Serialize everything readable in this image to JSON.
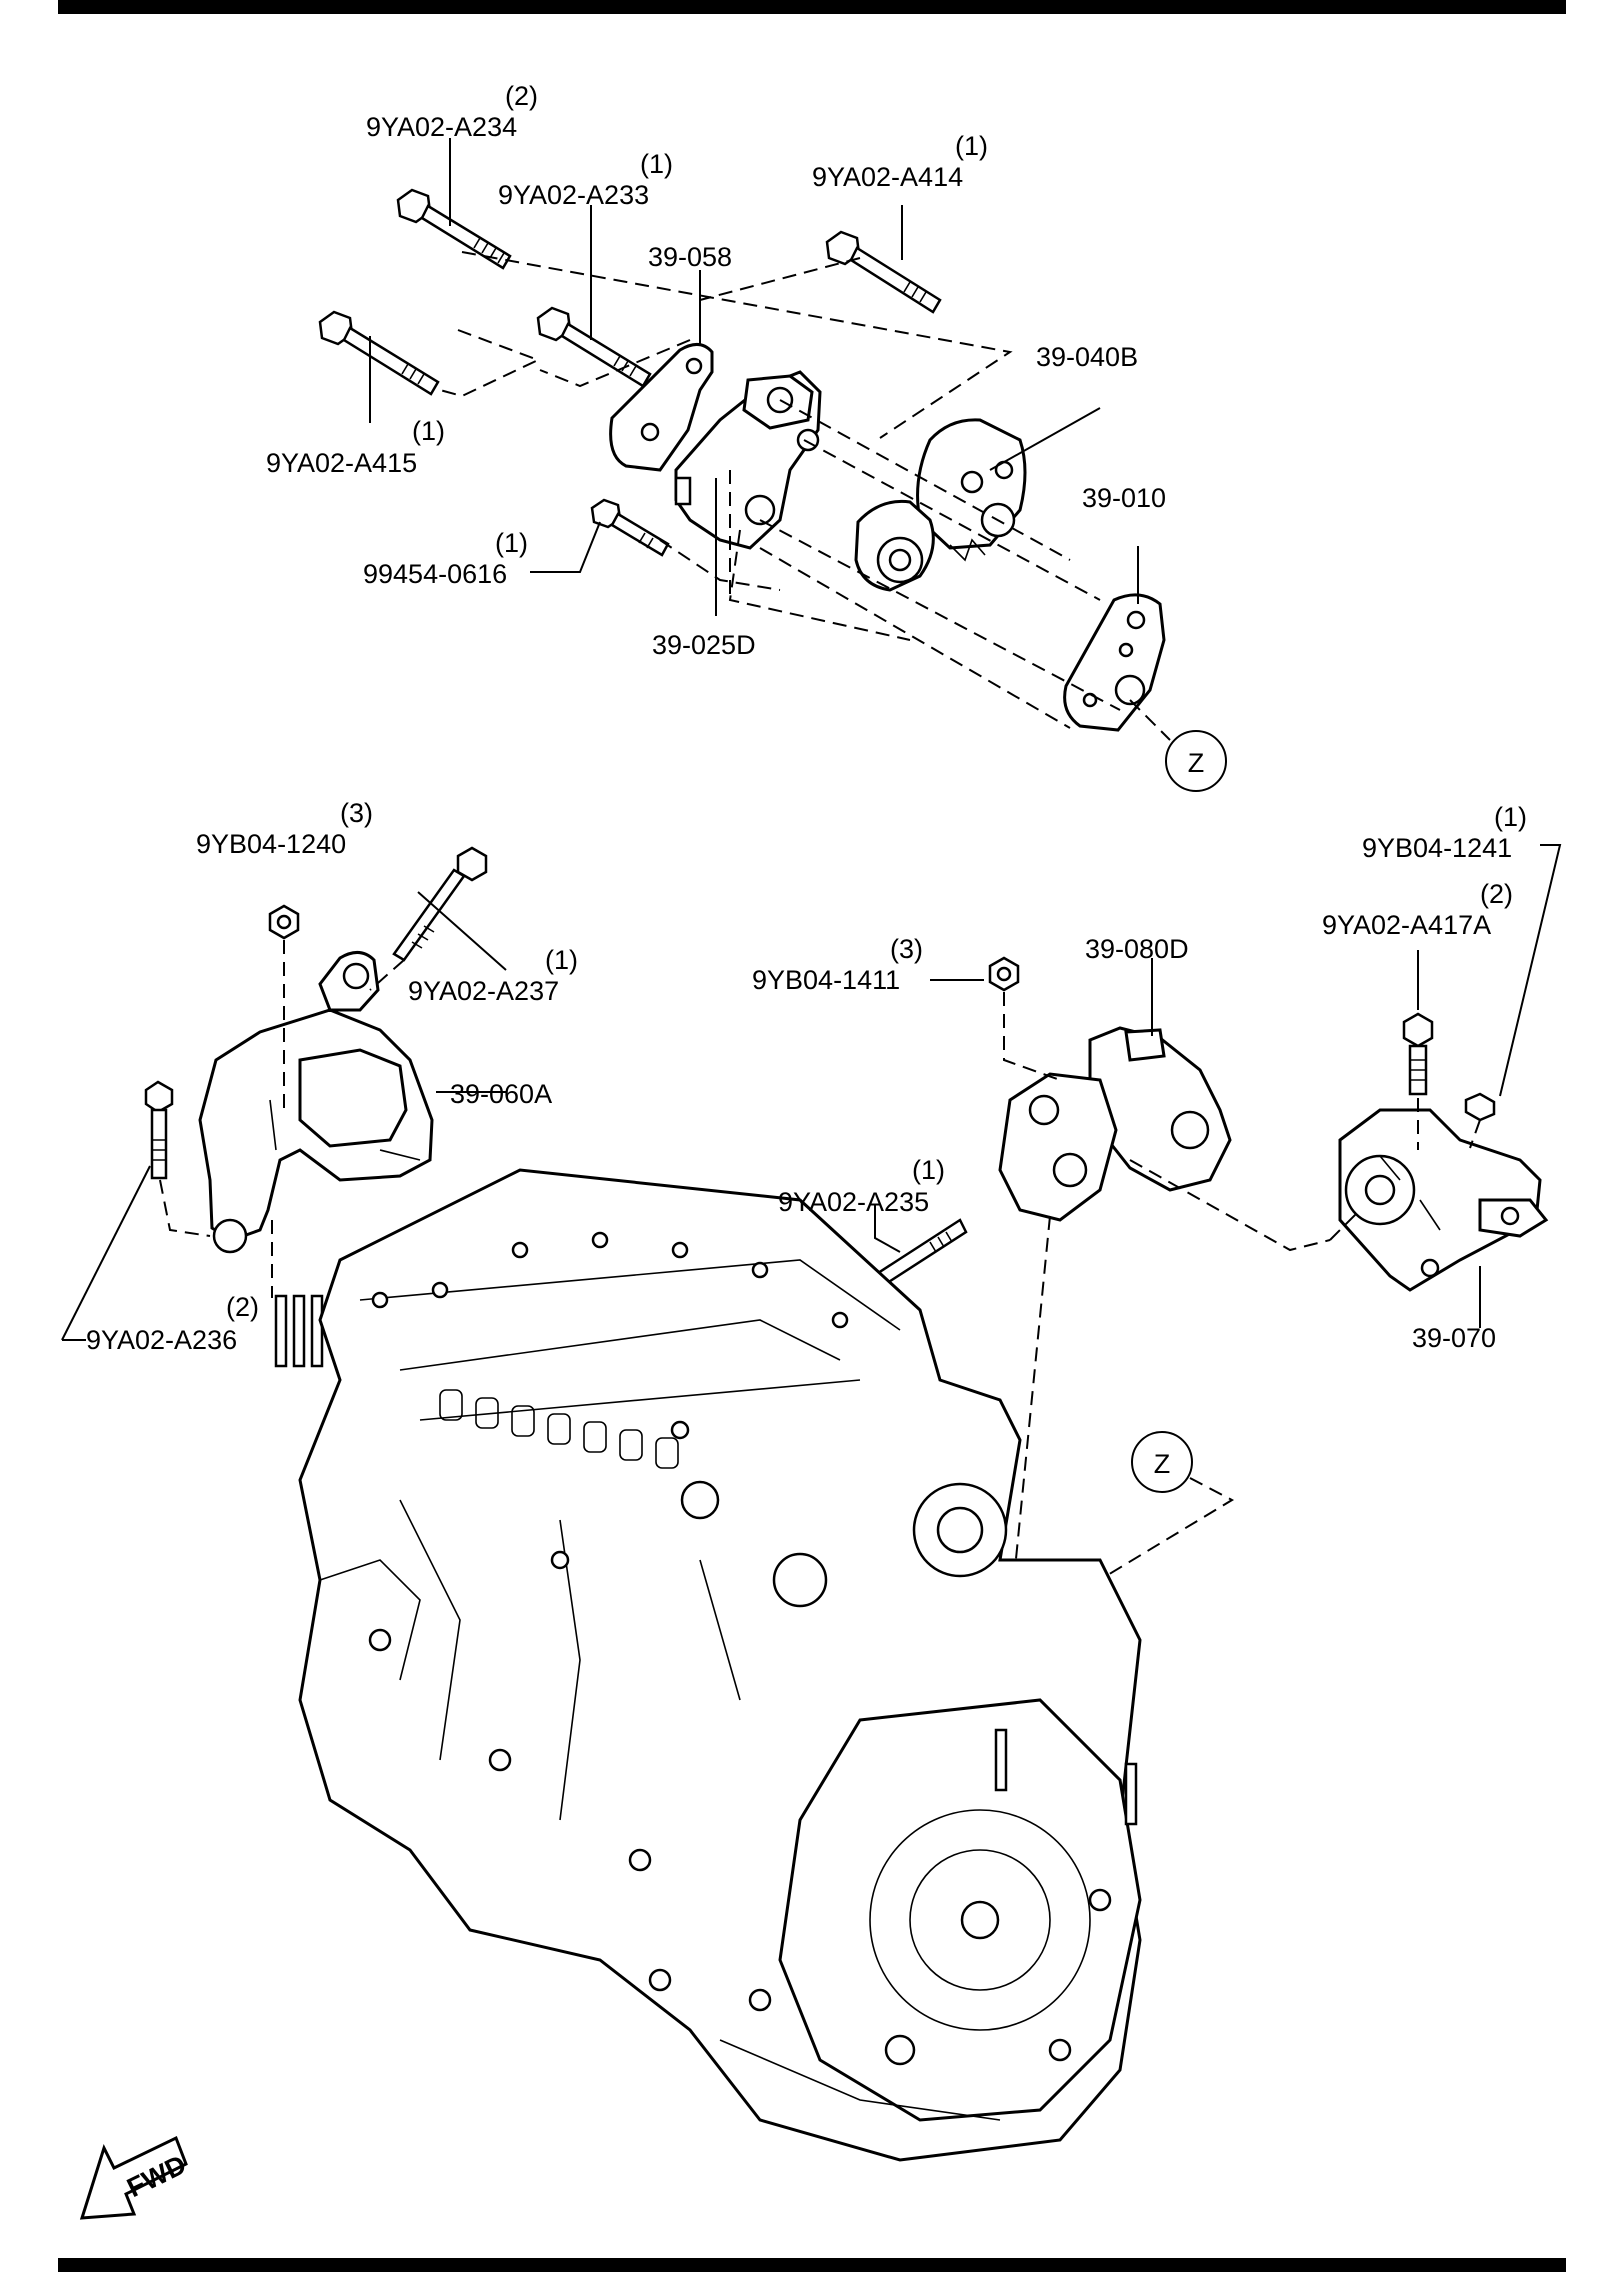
{
  "labels": {
    "a234": {
      "qty": "(2)",
      "part": "9YA02-A234"
    },
    "a233": {
      "qty": "(1)",
      "part": "9YA02-A233"
    },
    "a414": {
      "qty": "(1)",
      "part": "9YA02-A414"
    },
    "p39058": {
      "part": "39-058"
    },
    "p39040b": {
      "part": "39-040B"
    },
    "a415": {
      "qty": "(1)",
      "part": "9YA02-A415"
    },
    "p39010": {
      "part": "39-010"
    },
    "p99454": {
      "qty": "(1)",
      "part": "99454-0616"
    },
    "p39025d": {
      "part": "39-025D"
    },
    "b1240": {
      "qty": "(3)",
      "part": "9YB04-1240"
    },
    "b1241": {
      "qty": "(1)",
      "part": "9YB04-1241"
    },
    "a417a": {
      "qty": "(2)",
      "part": "9YA02-A417A"
    },
    "a237": {
      "qty": "(1)",
      "part": "9YA02-A237"
    },
    "b1411": {
      "qty": "(3)",
      "part": "9YB04-1411"
    },
    "p39080d": {
      "part": "39-080D"
    },
    "p39060a": {
      "part": "39-060A"
    },
    "a235": {
      "qty": "(1)",
      "part": "9YA02-A235"
    },
    "a236": {
      "qty": "(2)",
      "part": "9YA02-A236"
    },
    "p39070": {
      "part": "39-070"
    }
  },
  "refs": {
    "z_top": "Z",
    "z_mid": "Z"
  },
  "fwd": "FWD"
}
